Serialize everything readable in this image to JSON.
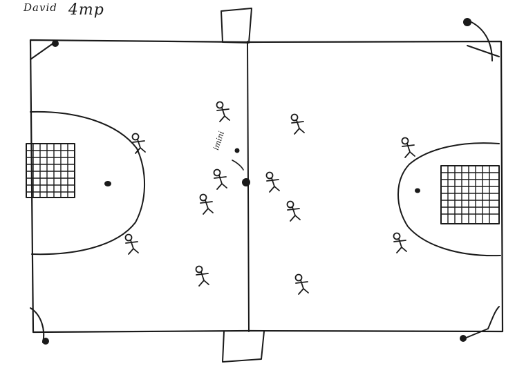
{
  "caption": {
    "name": "David",
    "note": "4mp"
  },
  "ball_note": "imini",
  "colors": {
    "ink": "#1a1a1a",
    "paper": "#ffffff"
  },
  "players": {
    "left_team_count": 6,
    "right_team_count": 6
  }
}
